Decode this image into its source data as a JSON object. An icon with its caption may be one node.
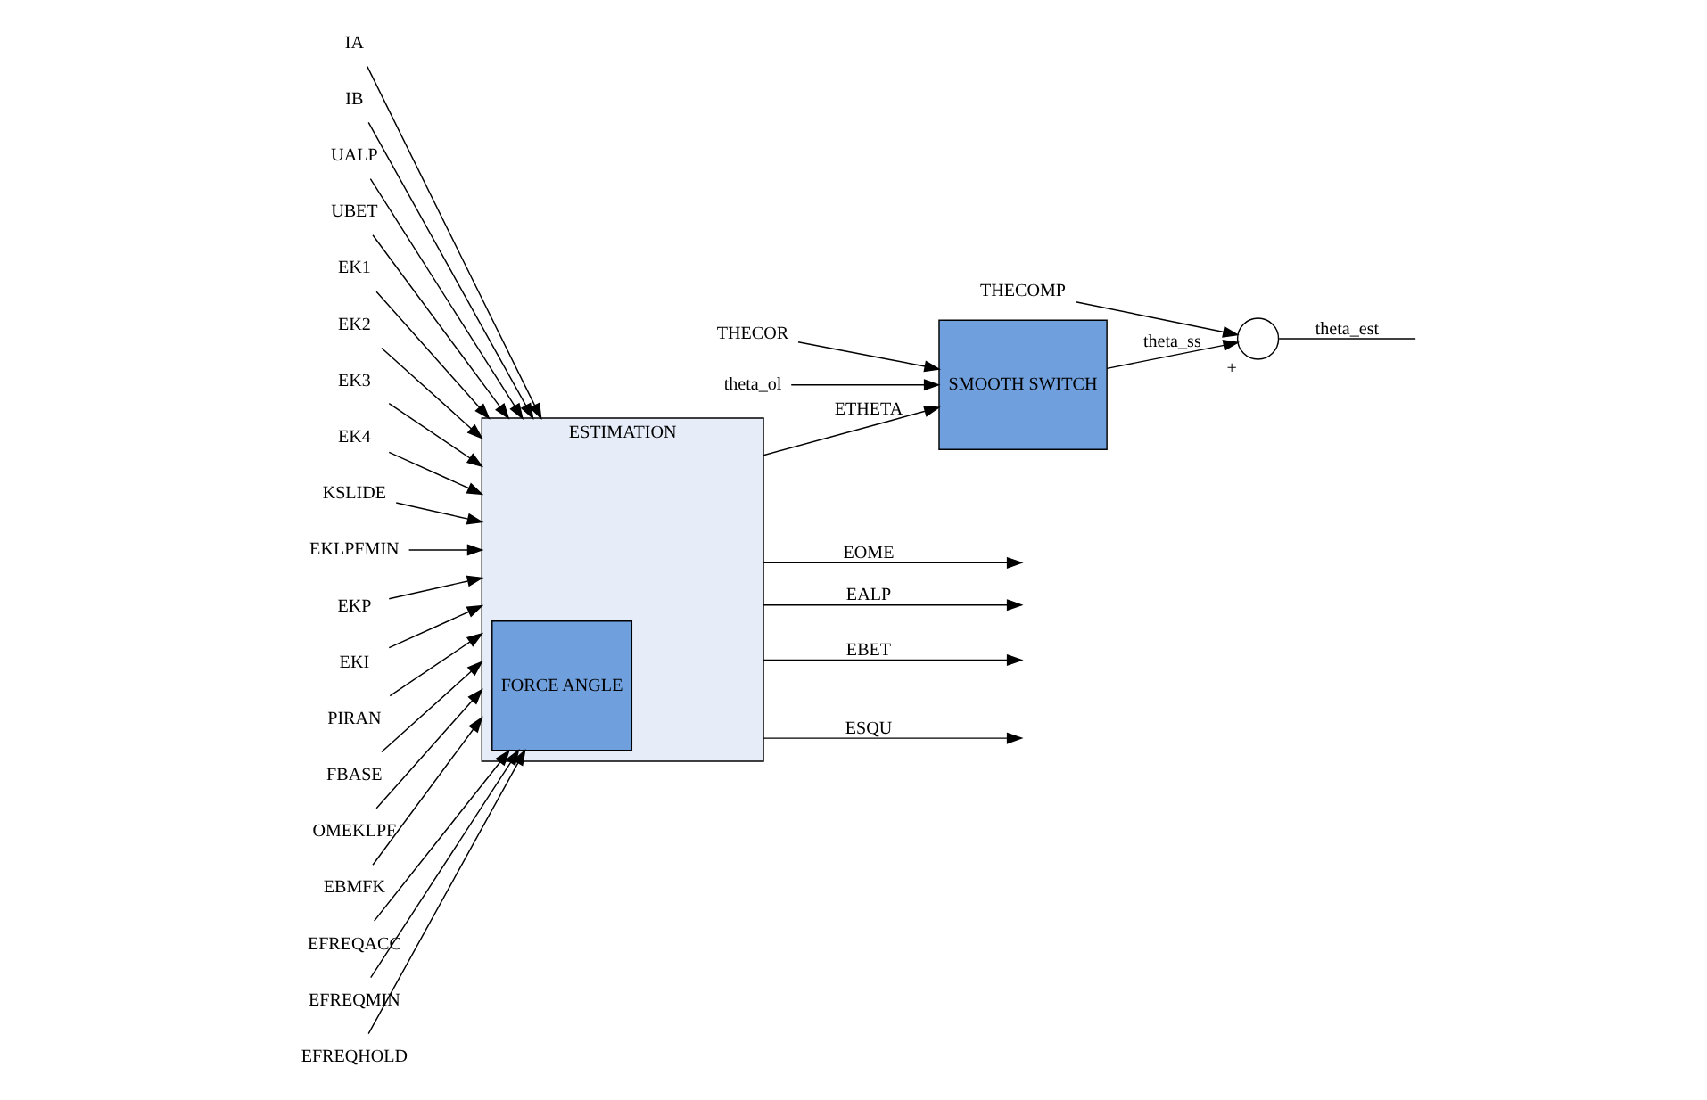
{
  "diagram": {
    "nodes": [
      {
        "text": [
          "ESTIMATION"
        ]
      },
      {
        "text": [
          "FORCE ANGLE"
        ],
        "in": 0
      },
      {
        "text": [
          "SMOOTH SWITCH"
        ]
      },
      {
        "text": [],
        "shape": "circle",
        "beside": [
          "+"
        ]
      },
      {
        "text": [
          "IA"
        ]
      },
      {
        "text": [
          "IB"
        ]
      },
      {
        "text": [
          "UALP"
        ]
      },
      {
        "text": [
          "UBET"
        ]
      },
      {
        "text": [
          "EK1"
        ]
      },
      {
        "text": [
          "EK2"
        ]
      },
      {
        "text": [
          "EK3"
        ]
      },
      {
        "text": [
          "EK4"
        ]
      },
      {
        "text": [
          "KSLIDE"
        ]
      },
      {
        "text": [
          "EKLPFMIN"
        ]
      },
      {
        "text": [
          "EKP"
        ]
      },
      {
        "text": [
          "EKI"
        ]
      },
      {
        "text": [
          "PIRAN"
        ]
      },
      {
        "text": [
          "FBASE"
        ]
      },
      {
        "text": [
          "OMEKLPF"
        ]
      },
      {
        "text": [
          "EBMFK"
        ]
      },
      {
        "text": [
          "EFREQACC"
        ]
      },
      {
        "text": [
          "EFREQMIN"
        ]
      },
      {
        "text": [
          "EFREQHOLD"
        ]
      },
      {
        "text": [
          "THECOR"
        ]
      },
      {
        "text": [
          "theta_ol"
        ]
      },
      {
        "text": [
          "THECOMP"
        ]
      }
    ],
    "edges": [
      {
        "from": 4,
        "to": 0,
        "arrow": "to"
      },
      {
        "from": 5,
        "to": 0,
        "arrow": "to"
      },
      {
        "from": 6,
        "to": 0,
        "arrow": "to"
      },
      {
        "from": 7,
        "to": 0,
        "arrow": "to"
      },
      {
        "from": 8,
        "to": 0,
        "arrow": "to"
      },
      {
        "from": 9,
        "to": 0,
        "arrow": "to"
      },
      {
        "from": 10,
        "to": 0,
        "arrow": "to"
      },
      {
        "from": 11,
        "to": 0,
        "arrow": "to"
      },
      {
        "from": 12,
        "to": 0,
        "arrow": "to"
      },
      {
        "from": 13,
        "to": 0,
        "arrow": "to"
      },
      {
        "from": 14,
        "to": 0,
        "arrow": "to"
      },
      {
        "from": 15,
        "to": 0,
        "arrow": "to"
      },
      {
        "from": 16,
        "to": 0,
        "arrow": "to"
      },
      {
        "from": 17,
        "to": 0,
        "arrow": "to"
      },
      {
        "from": 18,
        "to": 0,
        "arrow": "to"
      },
      {
        "from": 19,
        "to": 0,
        "arrow": "to"
      },
      {
        "from": 20,
        "to": 1,
        "arrow": "to"
      },
      {
        "from": 21,
        "to": 1,
        "arrow": "to"
      },
      {
        "from": 22,
        "to": 1,
        "arrow": "to"
      },
      {
        "from": 23,
        "to": 2,
        "arrow": "to"
      },
      {
        "from": 24,
        "to": 2,
        "arrow": "to"
      },
      {
        "from": 0,
        "to": 2,
        "arrow": "to",
        "label": "ETHETA"
      },
      {
        "from": 0,
        "to": null,
        "arrow": "to",
        "label": "EOME"
      },
      {
        "from": 0,
        "to": null,
        "arrow": "to",
        "label": "EALP"
      },
      {
        "from": 0,
        "to": null,
        "arrow": "to",
        "label": "EBET"
      },
      {
        "from": 0,
        "to": null,
        "arrow": "to",
        "label": "ESQU"
      },
      {
        "from": 2,
        "to": 3,
        "arrow": "to",
        "label": "theta_ss"
      },
      {
        "from": 25,
        "to": 3,
        "arrow": "to"
      },
      {
        "from": 3,
        "to": null,
        "arrow": "none",
        "label": "theta_est"
      }
    ]
  }
}
